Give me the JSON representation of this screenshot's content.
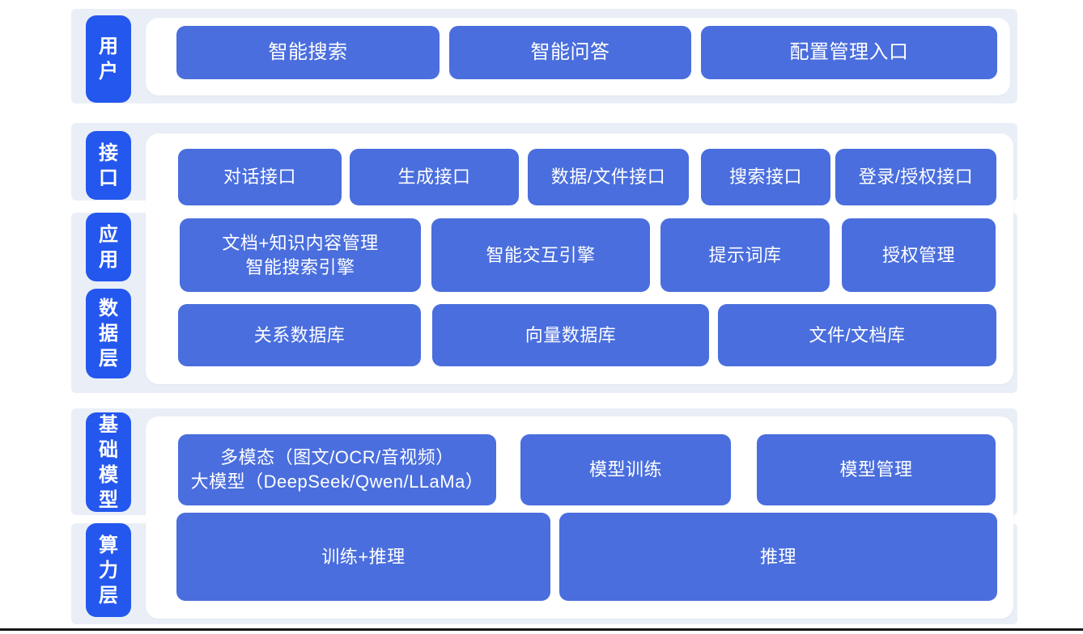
{
  "colors": {
    "page_bg": "#ffffff",
    "panel_bg": "#eaeff7",
    "card_bg": "#ffffff",
    "pill_blue": "#2457ee",
    "block_blue": "#4a6edd",
    "text_white": "#ffffff",
    "bottom_line": "#161616"
  },
  "layers": {
    "user": "用户",
    "interface": "接口",
    "application": "应用",
    "data": "数据层",
    "foundation": "基础模型",
    "compute": "算力层"
  },
  "blocks": {
    "user_row": [
      "智能搜索",
      "智能问答",
      "配置管理入口"
    ],
    "interface_row": [
      "对话接口",
      "生成接口",
      "数据/文件接口",
      "搜索接口",
      "登录/授权接口"
    ],
    "application_row": [
      "文档+知识内容管理\n智能搜索引擎",
      "智能交互引擎",
      "提示词库",
      "授权管理"
    ],
    "data_row": [
      "关系数据库",
      "向量数据库",
      "文件/文档库"
    ],
    "foundation_row": [
      "多模态（图文/OCR/音视频）\n大模型（DeepSeek/Qwen/LLaMa）",
      "模型训练",
      "模型管理"
    ],
    "compute_row": [
      "训练+推理",
      "推理"
    ]
  }
}
